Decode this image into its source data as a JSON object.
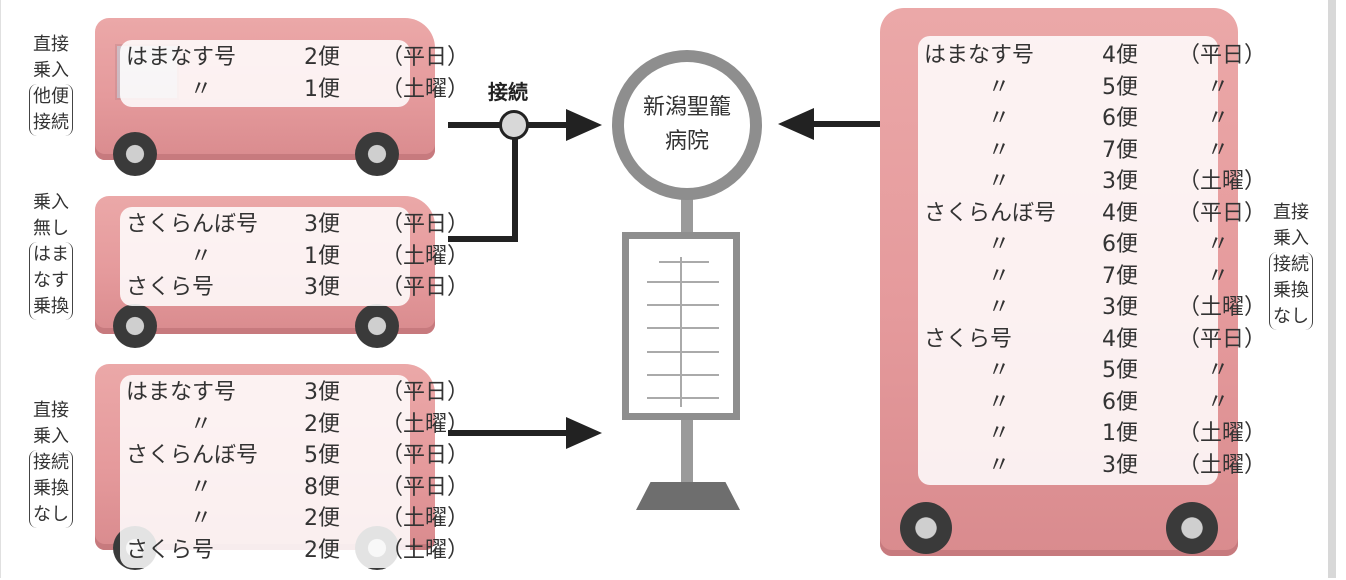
{
  "connector_label": "接続",
  "hospital_name": [
    "新潟聖籠",
    "病院"
  ],
  "left_groups": [
    {
      "note": {
        "top": [
          "直接",
          "乗入"
        ],
        "bracket": [
          "他便",
          "接続"
        ]
      },
      "rows": [
        {
          "route": "はまなす号",
          "num": "2",
          "bin": "便",
          "day": "（平日）"
        },
        {
          "route": "〃",
          "num": "1",
          "bin": "便",
          "day": "（土曜）"
        }
      ]
    },
    {
      "note": {
        "top": [
          "乗入",
          "無し"
        ],
        "bracket": [
          "はま",
          "なす",
          "乗換"
        ]
      },
      "rows": [
        {
          "route": "さくらんぼ号",
          "num": "3",
          "bin": "便",
          "day": "（平日）"
        },
        {
          "route": "〃",
          "num": "1",
          "bin": "便",
          "day": "（土曜）"
        },
        {
          "route": "さくら号",
          "num": "3",
          "bin": "便",
          "day": "（平日）"
        }
      ]
    },
    {
      "note": {
        "top": [
          "直接",
          "乗入"
        ],
        "bracket": [
          "接続",
          "乗換",
          "なし"
        ]
      },
      "rows": [
        {
          "route": "はまなす号",
          "num": "3",
          "bin": "便",
          "day": "（平日）"
        },
        {
          "route": "〃",
          "num": "2",
          "bin": "便",
          "day": "（土曜）"
        },
        {
          "route": "さくらんぼ号",
          "num": "5",
          "bin": "便",
          "day": "（平日）"
        },
        {
          "route": "〃",
          "num": "8",
          "bin": "便",
          "day": "（平日）"
        },
        {
          "route": "〃",
          "num": "2",
          "bin": "便",
          "day": "（土曜）"
        },
        {
          "route": "さくら号",
          "num": "2",
          "bin": "便",
          "day": "（土曜）"
        }
      ]
    }
  ],
  "right_group": {
    "note": {
      "top": [
        "直接",
        "乗入"
      ],
      "bracket": [
        "接続",
        "乗換",
        "なし"
      ]
    },
    "rows": [
      {
        "route": "はまなす号",
        "num": "4",
        "bin": "便",
        "day": "（平日）"
      },
      {
        "route": "〃",
        "num": "5",
        "bin": "便",
        "day": "〃"
      },
      {
        "route": "〃",
        "num": "6",
        "bin": "便",
        "day": "〃"
      },
      {
        "route": "〃",
        "num": "7",
        "bin": "便",
        "day": "〃"
      },
      {
        "route": "〃",
        "num": "3",
        "bin": "便",
        "day": "（土曜）"
      },
      {
        "route": "さくらんぼ号",
        "num": "4",
        "bin": "便",
        "day": "（平日）"
      },
      {
        "route": "〃",
        "num": "6",
        "bin": "便",
        "day": "〃"
      },
      {
        "route": "〃",
        "num": "7",
        "bin": "便",
        "day": "〃"
      },
      {
        "route": "〃",
        "num": "3",
        "bin": "便",
        "day": "（土曜）"
      },
      {
        "route": "さくら号",
        "num": "4",
        "bin": "便",
        "day": "（平日）"
      },
      {
        "route": "〃",
        "num": "5",
        "bin": "便",
        "day": "〃"
      },
      {
        "route": "〃",
        "num": "6",
        "bin": "便",
        "day": "〃"
      },
      {
        "route": "〃",
        "num": "1",
        "bin": "便",
        "day": "（土曜）"
      },
      {
        "route": "〃",
        "num": "3",
        "bin": "便",
        "day": "（土曜）"
      }
    ]
  }
}
